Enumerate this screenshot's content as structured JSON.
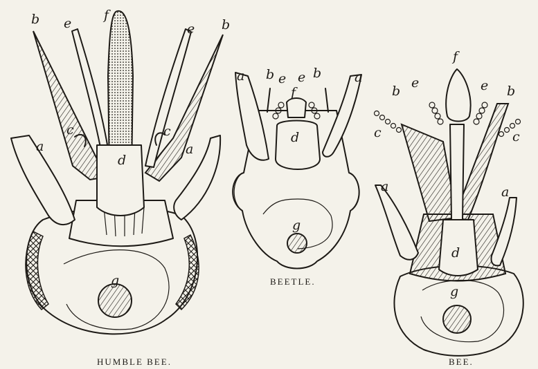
{
  "figures": [
    {
      "caption": "HUMBLE BEE.",
      "labels": {
        "b1": "b",
        "e1": "e",
        "f": "f",
        "e2": "e",
        "b2": "b",
        "c1": "c",
        "c2": "c",
        "a1": "a",
        "a2": "a",
        "d": "d",
        "g": "g"
      }
    },
    {
      "caption": "BEETLE.",
      "labels": {
        "a1": "a",
        "b1": "b",
        "e1": "e",
        "e2": "e",
        "b2": "b",
        "a2": "a",
        "f": "f",
        "d": "d",
        "g": "g"
      }
    },
    {
      "caption": "BEE.",
      "labels": {
        "f": "f",
        "b1": "b",
        "e1": "e",
        "e2": "e",
        "b2": "b",
        "c1": "c",
        "c2": "c",
        "a1": "a",
        "a2": "a",
        "d": "d",
        "g": "g"
      }
    }
  ],
  "colors": {
    "ink": "#1d1a16",
    "paper": "#f4f2ea"
  }
}
